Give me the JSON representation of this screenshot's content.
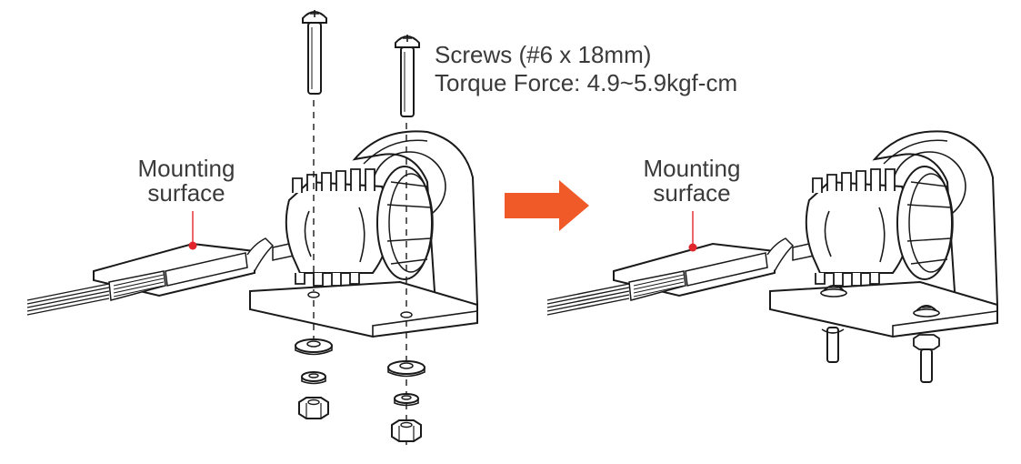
{
  "screw_spec": {
    "line1": "Screws (#6 x 18mm)",
    "line2": "Torque Force: 4.9~5.9kgf-cm"
  },
  "left_label": {
    "line1": "Mounting",
    "line2": "surface"
  },
  "right_label": {
    "line1": "Mounting",
    "line2": "surface"
  },
  "colors": {
    "arrow": "#f05a28",
    "marker": "#e0262c",
    "line": "#1a1a1a",
    "text": "#3a3a3a"
  },
  "icons": [
    "screw-icon",
    "flat-washer-icon",
    "lock-washer-icon",
    "hex-nut-icon",
    "arrow-right-icon"
  ]
}
